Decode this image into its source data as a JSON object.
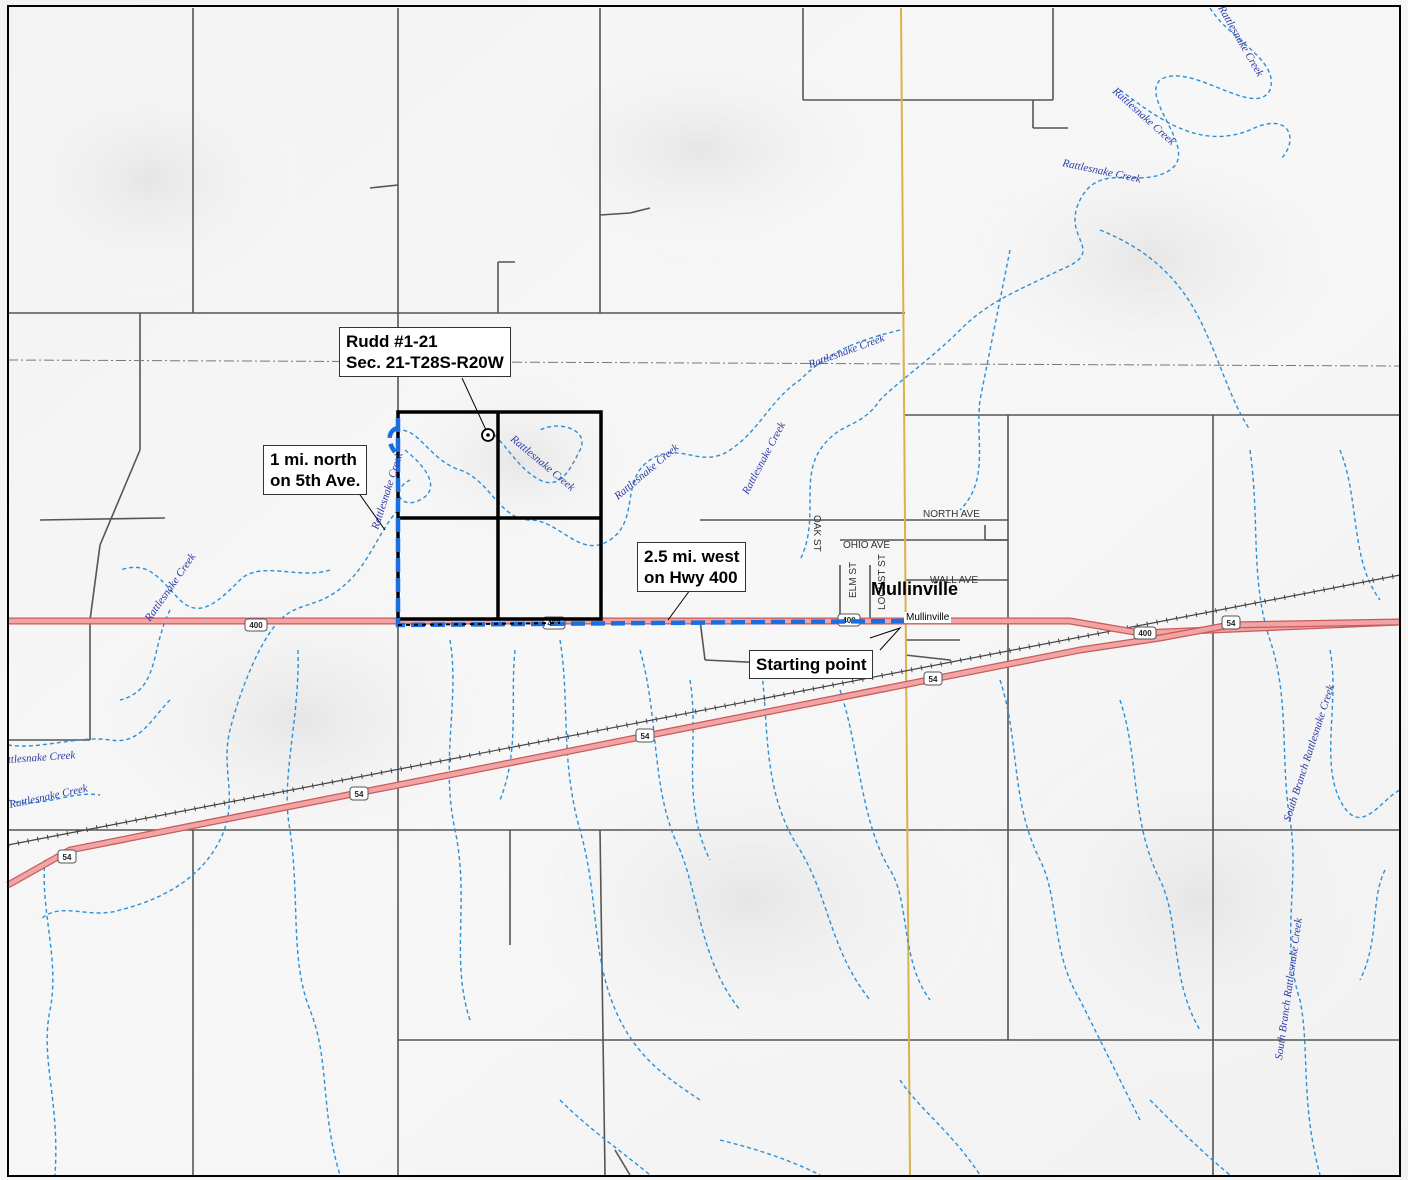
{
  "map": {
    "well_label": "Rudd #1-21\nSec. 21-T28S-R20W",
    "north_label": "1 mi. north\non 5th Ave.",
    "west_label": "2.5 mi. west\non Hwy 400",
    "start_label": "Starting point",
    "town_name": "Mullinville",
    "town_small": "Mullinville",
    "streets": {
      "north_ave": "NORTH AVE",
      "ohio_ave": "OHIO AVE",
      "wall_ave": "WALL AVE",
      "oak_st": "OAK ST",
      "elm_st": "ELM ST",
      "locust_st": "LOCUST ST"
    },
    "creeks": {
      "rattlesnake": "Rattlesnake Creek",
      "rattlesnake_cut": "ttlesnake Creek",
      "south_branch": "South Branch Rattlesnake Creek"
    },
    "shields": {
      "hwy400": "400",
      "us54": "54"
    },
    "colors": {
      "highway": "#e87c7c",
      "route": "#1a6fe0",
      "creek": "#2b8fd6",
      "meridian": "#d8b24a"
    }
  }
}
